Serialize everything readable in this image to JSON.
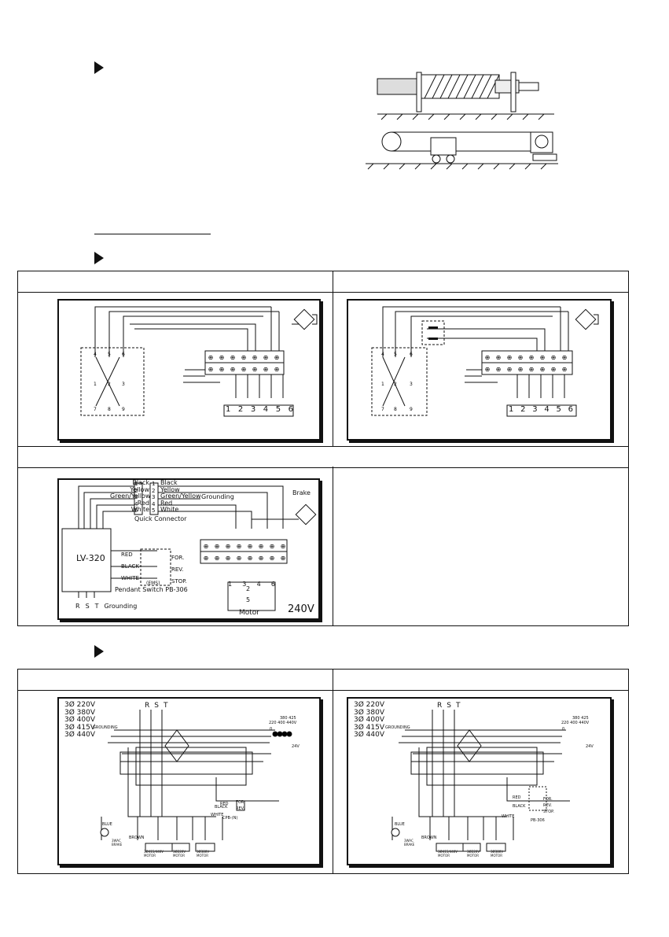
{
  "lv_box": {
    "wire_colors": [
      "Black",
      "Yellow",
      "Green/Yellow",
      "Red",
      "White"
    ],
    "pins": [
      "1",
      "2",
      "3",
      "4",
      "5"
    ],
    "grounding_label": "Grounding",
    "quick_connector_label": "Quick Connector",
    "brake_label": "Brake",
    "controller_label": "LV-320",
    "pendant_wires": [
      "RED",
      "BLACK",
      "WHITE"
    ],
    "pendant_actions": [
      "FOR.",
      "REV.",
      "STOP."
    ],
    "ems_label": "(EMS)",
    "pendant_label": "Pendant Switch PB-306",
    "supply_labels": [
      "R",
      "S",
      "T"
    ],
    "supply_grounding": "Grounding",
    "motor_label": "Motor",
    "motor_terminals": [
      "1",
      "2",
      "3",
      "4",
      "5",
      "6"
    ],
    "voltage_label": "240V"
  },
  "terminal_numbers": [
    "1",
    "2",
    "3",
    "4",
    "5",
    "6"
  ],
  "three_phase": {
    "voltages": [
      "3Ø  220V",
      "3Ø  380V",
      "3Ø  400V",
      "3Ø  415V",
      "3Ø  440V"
    ],
    "supply": [
      "R",
      "S",
      "T"
    ],
    "grounding": "GROUNDING",
    "tap_top": "380  425",
    "tap_bottom": "220  400  440V",
    "secondary": "24V",
    "zero": "0",
    "for_label": "FOR.",
    "rev_label": "REV.",
    "stop_label": "STOP.",
    "red_label": "RED",
    "black_label": "BLACK",
    "white_label": "WHITE",
    "blue_label": "BLUE",
    "brown_label": "BROWN",
    "brake_label": "3WAC BRAKE",
    "pb_left": "CPB-(N)",
    "pb_right": "PB-306",
    "motors": [
      "3Ø415/440V MOTOR",
      "3Ø220V MOTOR",
      "3Ø380V MOTOR"
    ],
    "lead_colors": [
      "RED",
      "BLACK",
      "WHITE"
    ]
  }
}
